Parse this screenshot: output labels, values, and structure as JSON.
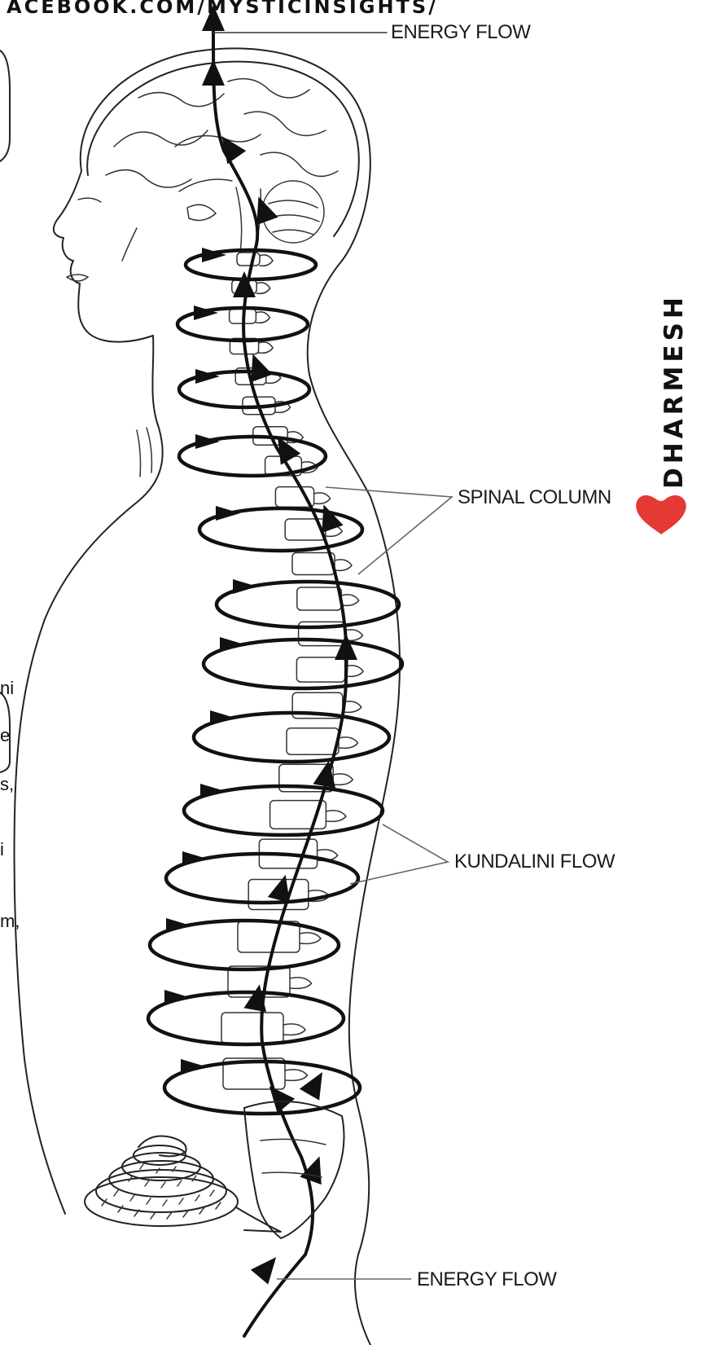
{
  "header": {
    "url_fragment": "ACEBOOK.COM/MYSTICINSIGHTS/"
  },
  "labels": {
    "energy_flow_top": "ENERGY FLOW",
    "spinal_column": "SPINAL COLUMN",
    "kundalini_flow": "KUNDALINI FLOW",
    "energy_flow_bottom": "ENERGY FLOW"
  },
  "watermark": {
    "text": "DHARMESH",
    "heart_color": "#e53935",
    "text_color": "#111111"
  },
  "left_edge_fragments": [
    "ni",
    "e",
    "s,",
    "i",
    "m,"
  ],
  "icons": {
    "heart": "heart-icon",
    "coiled_serpent": "coiled-serpent-icon",
    "flow_arrow": "arrowhead-icon"
  }
}
